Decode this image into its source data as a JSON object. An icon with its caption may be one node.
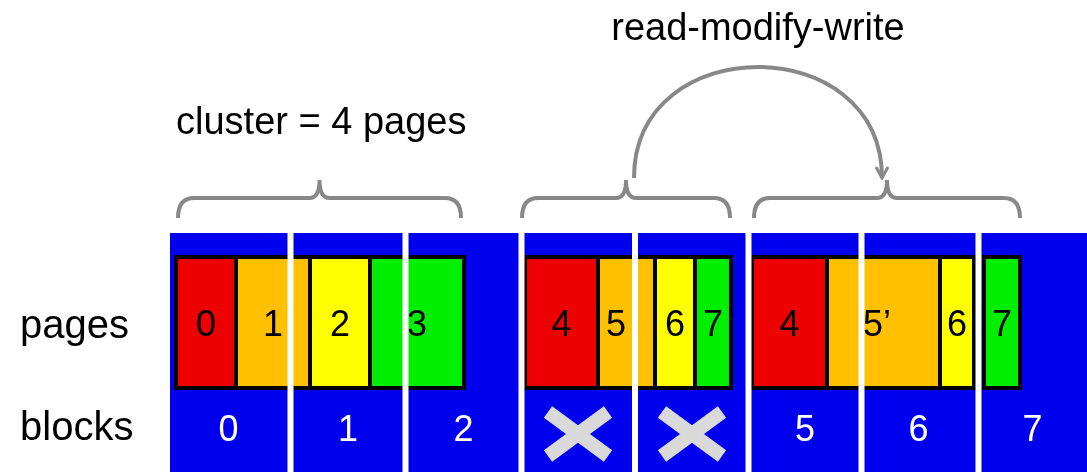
{
  "diagram": {
    "nodes": [
      {
        "text": [],
        "shape": "bracket",
        "beside": [
          "cluster = 4 pages"
        ]
      },
      {
        "text": [],
        "shape": "bracket"
      },
      {
        "text": [],
        "shape": "bracket"
      },
      {
        "text": [
          "0"
        ]
      },
      {
        "text": [
          "1"
        ]
      },
      {
        "text": [
          "2"
        ]
      },
      {
        "text": [
          "3"
        ]
      },
      {
        "text": [
          "4"
        ]
      },
      {
        "text": [
          "5"
        ]
      },
      {
        "text": [
          "6"
        ]
      },
      {
        "text": [
          "7"
        ]
      },
      {
        "text": [
          "4"
        ]
      },
      {
        "text": [
          "5’"
        ]
      },
      {
        "text": [
          "6"
        ]
      },
      {
        "text": [
          "7"
        ]
      },
      {
        "text": [
          "0"
        ]
      },
      {
        "text": [
          "1"
        ]
      },
      {
        "text": [
          "2"
        ]
      },
      {
        "text": [],
        "shape": "box"
      },
      {
        "text": [],
        "shape": "box"
      },
      {
        "text": [
          "5"
        ]
      },
      {
        "text": [
          "6"
        ]
      },
      {
        "text": [
          "7"
        ]
      }
    ],
    "edges": [
      {
        "from": 1,
        "to": 2,
        "arrow": "to",
        "label": "read-modify-write"
      }
    ],
    "labels": [
      "pages",
      "blocks"
    ]
  }
}
